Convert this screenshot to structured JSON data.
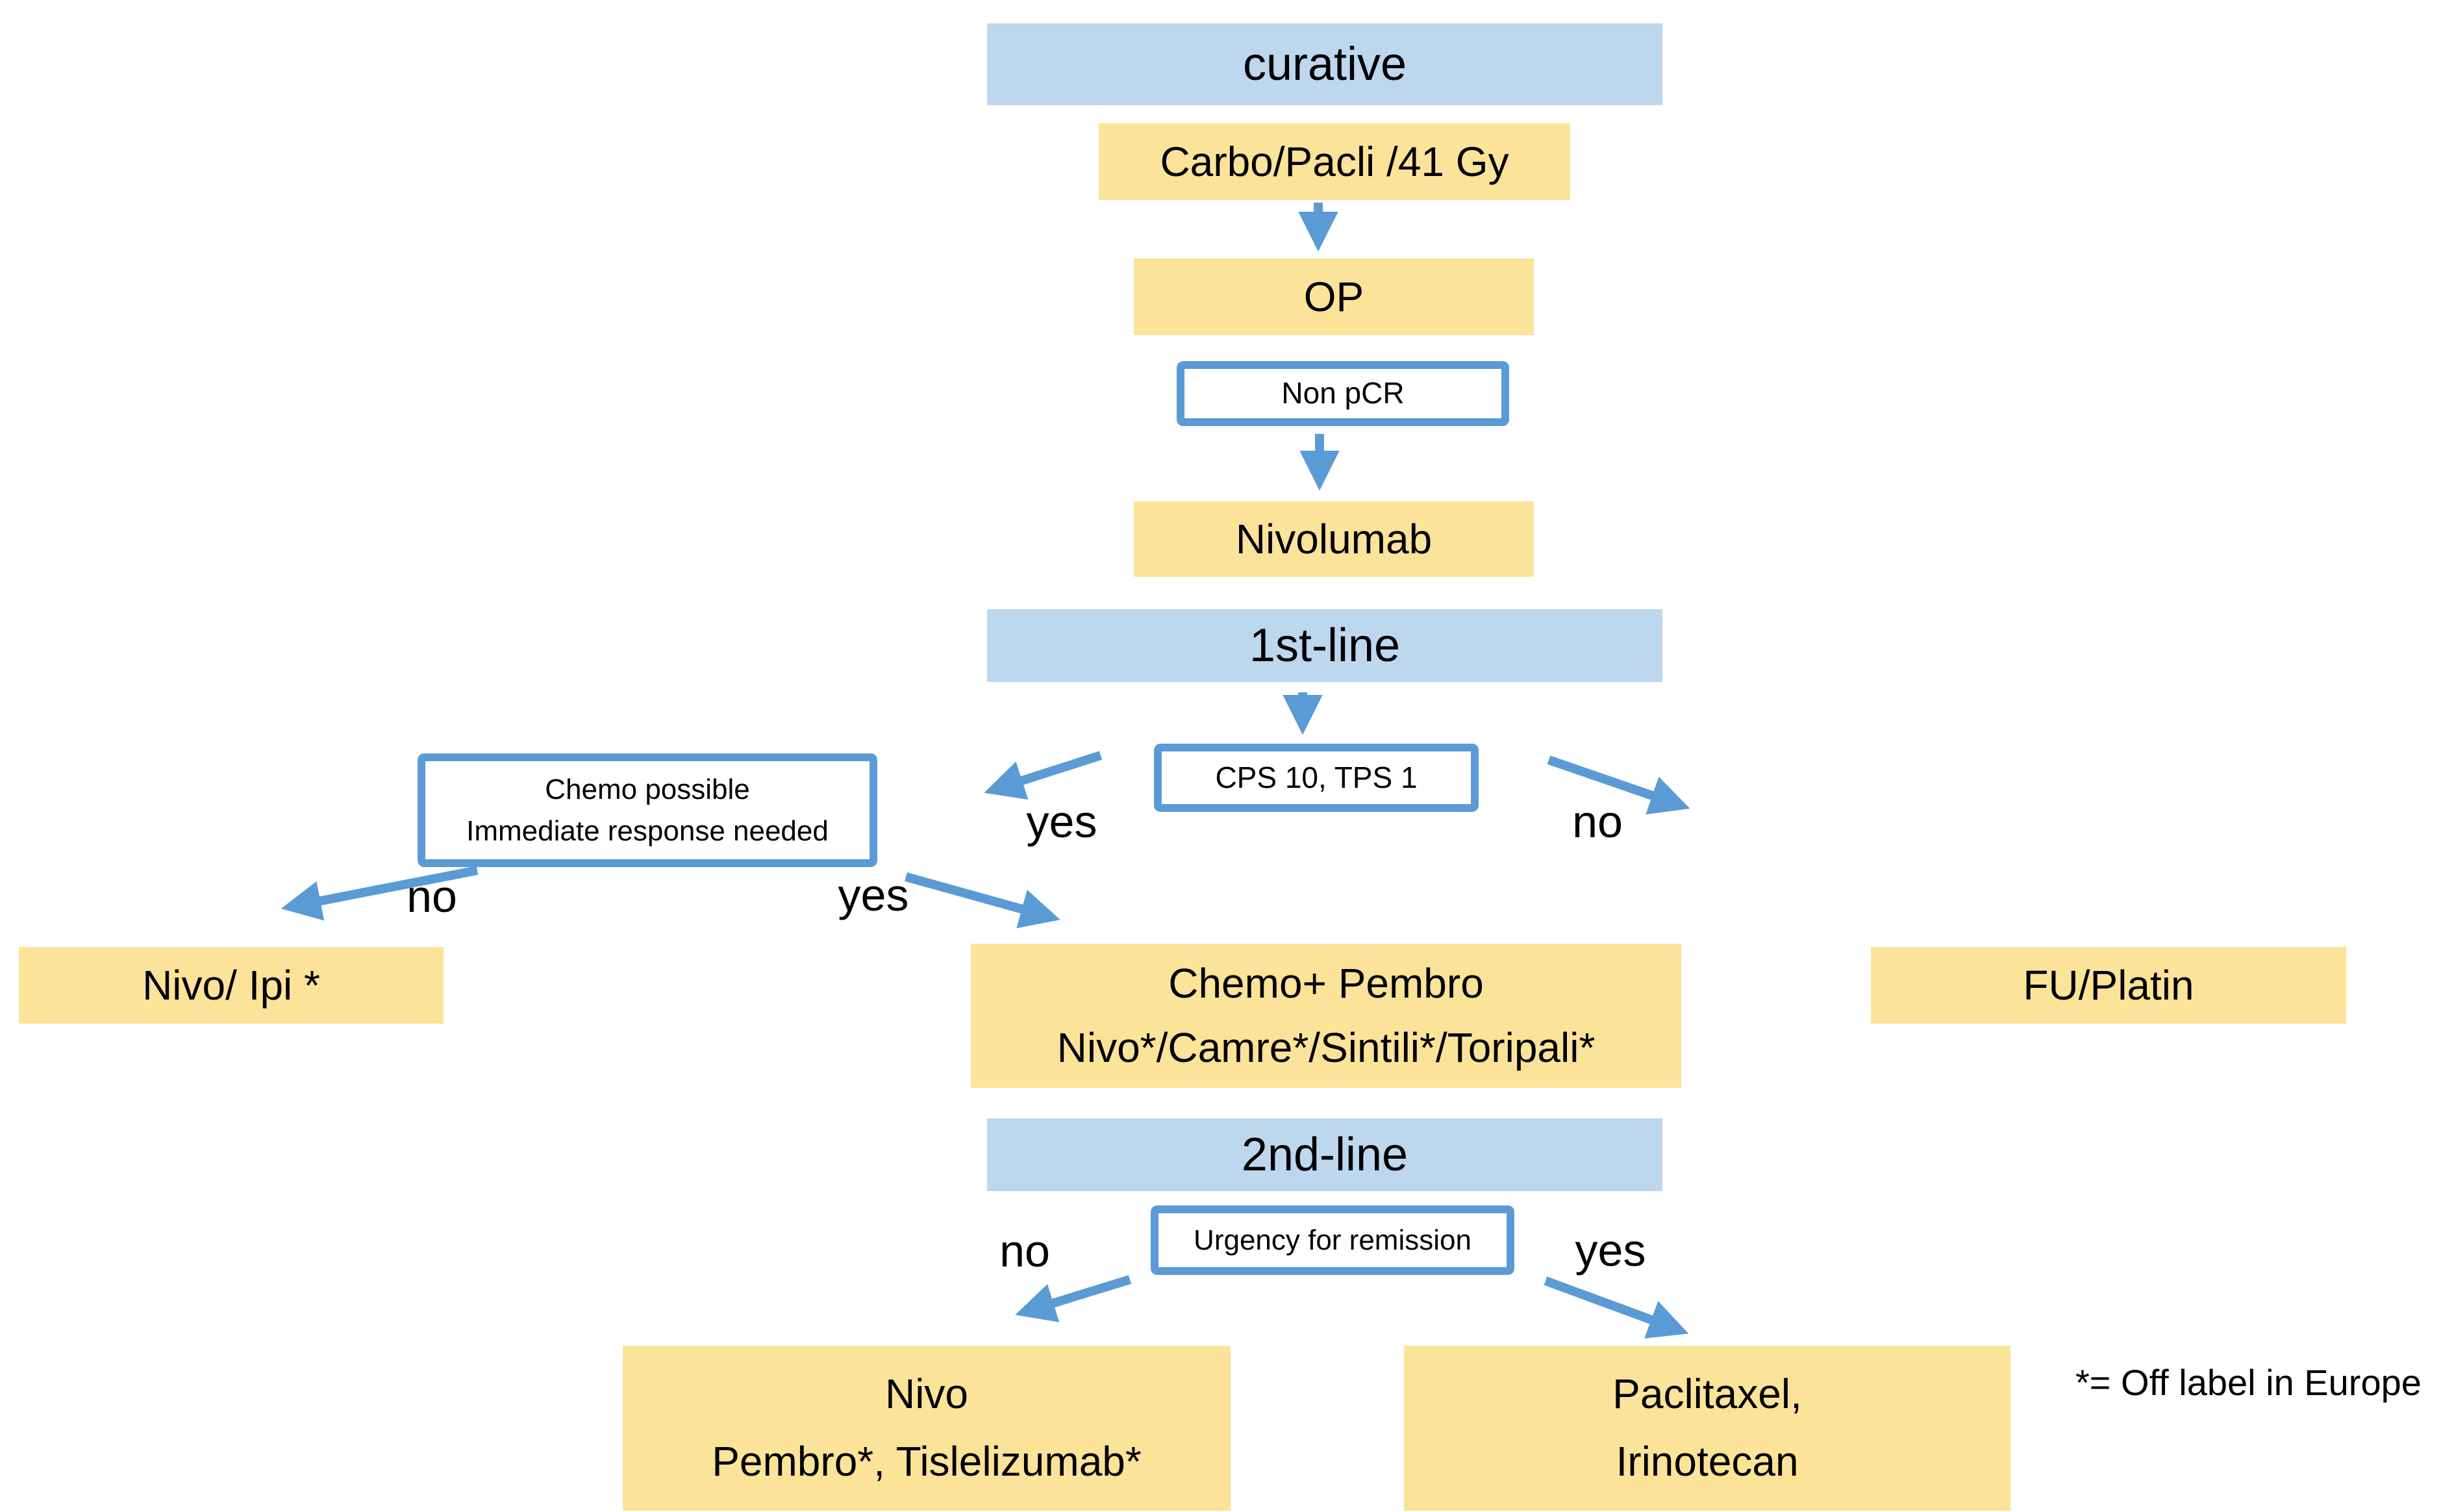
{
  "colors": {
    "header_bg": "#BCD7EE",
    "node_bg": "#FBE399",
    "accent": "#5B9BD5",
    "text": "#000000",
    "background": "#FFFFFF"
  },
  "nodes": {
    "curative": "curative",
    "carbo": "Carbo/Pacli /41 Gy",
    "op": "OP",
    "non_pcr": "Non pCR",
    "nivolumab": "Nivolumab",
    "first_line": "1st-line",
    "cps": "CPS 10, TPS 1",
    "chemo_possible_line1": "Chemo possible",
    "chemo_possible_line2": "Immediate response needed",
    "nivo_ipi": "Nivo/ Ipi *",
    "chemo_pembro_line1": "Chemo+ Pembro",
    "chemo_pembro_line2": "Nivo*/Camre*/Sintili*/Toripali*",
    "fu_platin": "FU/Platin",
    "second_line": "2nd-line",
    "urgency": "Urgency for remission",
    "nivo_pembro_line1": "Nivo",
    "nivo_pembro_line2": "Pembro*, Tislelizumab*",
    "paclitaxel_line1": "Paclitaxel,",
    "paclitaxel_line2": "Irinotecan"
  },
  "edge_labels": {
    "cps_yes": "yes",
    "cps_no": "no",
    "chemo_no": "no",
    "chemo_yes": "yes",
    "urgency_no": "no",
    "urgency_yes": "yes"
  },
  "footnote": "*= Off label in Europe"
}
